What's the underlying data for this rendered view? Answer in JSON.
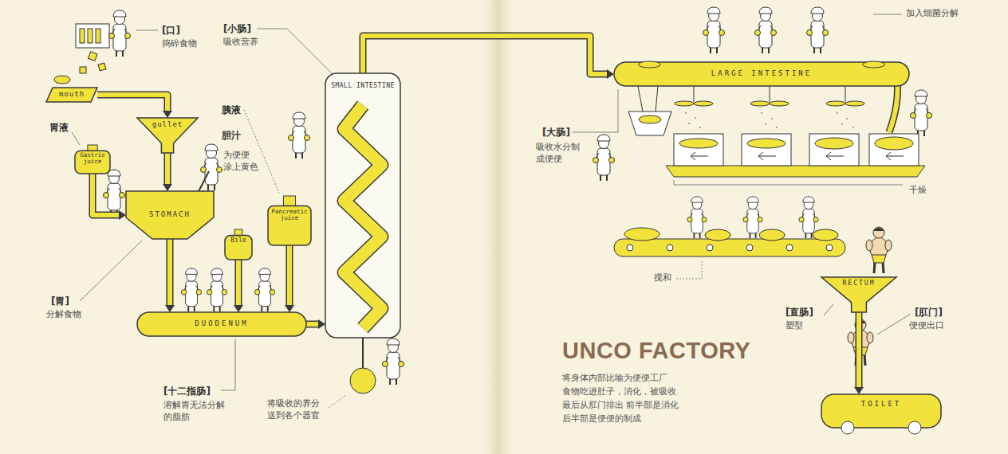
{
  "diagram": {
    "title": "UNCO FACTORY",
    "caption": "将身体内部比喻为便便工厂 食物吃进肚子，消化，被吸收 最后从肛门排出 前半部是消化 后半部是便便的制成",
    "nodes": [
      {
        "text": [
          "mouth"
        ]
      },
      {
        "text": [
          "gullet"
        ]
      },
      {
        "text": [
          "Gastric juice"
        ]
      },
      {
        "text": [
          "STOMACH"
        ]
      },
      {
        "text": [
          "Bile"
        ]
      },
      {
        "text": [
          "Pancreatic juice"
        ]
      },
      {
        "text": [
          "DUODENUM"
        ]
      },
      {
        "text": [
          "SMALL INTESTINE"
        ]
      },
      {
        "text": [
          "LARGE INTESTINE"
        ]
      },
      {
        "text": [
          "RECTUM"
        ]
      },
      {
        "text": [
          "TOILET"
        ]
      }
    ],
    "edges": [
      {
        "from": 0,
        "to": 1,
        "arrow": "to"
      },
      {
        "from": 1,
        "to": 3,
        "arrow": "to"
      },
      {
        "from": 2,
        "to": 3,
        "arrow": "to"
      },
      {
        "from": 3,
        "to": 6,
        "arrow": "to"
      },
      {
        "from": 4,
        "to": 6,
        "arrow": "to"
      },
      {
        "from": 5,
        "to": 6,
        "arrow": "to"
      },
      {
        "from": 6,
        "to": 7,
        "arrow": "to"
      },
      {
        "from": 7,
        "to": 8,
        "arrow": "to"
      },
      {
        "from": 9,
        "to": 10,
        "arrow": "to"
      }
    ],
    "labels": [
      "[口]",
      "捣碎食物",
      "胃液",
      "[胃]",
      "分解食物",
      "胰液",
      "胆汁",
      "为便便 涂上黄色",
      "[十二指肠]",
      "溶解胃无法分解 的脂肪",
      "将吸收的养分 送到各个器官",
      "[小肠]",
      "吸收营养",
      "加入细菌分解",
      "[大肠]",
      "吸收水分制 成便便",
      "干燥",
      "搅和",
      "[直肠]",
      "塑型",
      "[肛门]",
      "便便出口"
    ]
  }
}
